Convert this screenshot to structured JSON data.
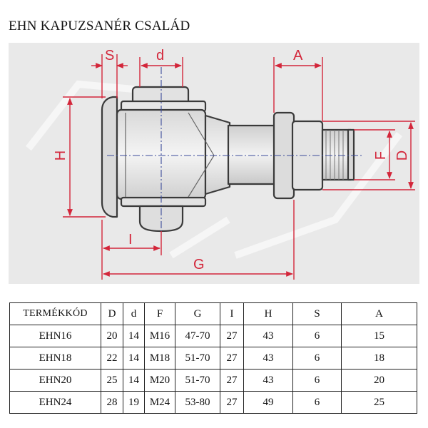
{
  "title": "EHN KAPUZSANÉR CSALÁD",
  "drawing": {
    "dimension_labels": {
      "S": "S",
      "d": "d",
      "A": "A",
      "H": "H",
      "F": "F",
      "D": "D",
      "I": "I",
      "G": "G"
    },
    "colors": {
      "dimension": "#d3263a",
      "body": "#3a3a3a",
      "background": "#e9e9e9"
    }
  },
  "table": {
    "headers": [
      "TERMÉKKÓD",
      "D",
      "d",
      "F",
      "G",
      "I",
      "H",
      "S",
      "A"
    ],
    "rows": [
      [
        "EHN16",
        "20",
        "14",
        "M16",
        "47-70",
        "27",
        "43",
        "6",
        "15"
      ],
      [
        "EHN18",
        "22",
        "14",
        "M18",
        "51-70",
        "27",
        "43",
        "6",
        "18"
      ],
      [
        "EHN20",
        "25",
        "14",
        "M20",
        "51-70",
        "27",
        "43",
        "6",
        "20"
      ],
      [
        "EHN24",
        "28",
        "19",
        "M24",
        "53-80",
        "27",
        "49",
        "6",
        "25"
      ]
    ]
  }
}
